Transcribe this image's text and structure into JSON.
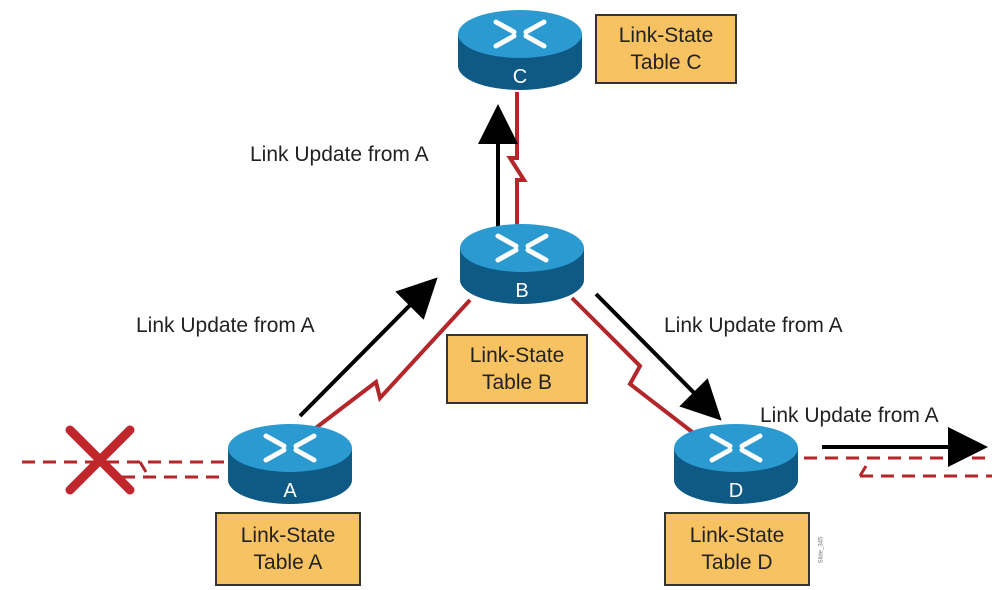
{
  "colors": {
    "router_fill": "#1f8fc4",
    "router_dark": "#0e5a85",
    "table_fill": "#f7c262",
    "serial_link": "#b3262a",
    "failed_link_x": "#c0272d",
    "arrow": "#000000"
  },
  "routers": [
    {
      "id": "C",
      "label": "C",
      "icon": "router-icon"
    },
    {
      "id": "B",
      "label": "B",
      "icon": "router-icon"
    },
    {
      "id": "A",
      "label": "A",
      "icon": "router-icon"
    },
    {
      "id": "D",
      "label": "D",
      "icon": "router-icon"
    }
  ],
  "tables": [
    {
      "router": "C",
      "line1": "Link-State",
      "line2": "Table C"
    },
    {
      "router": "B",
      "line1": "Link-State",
      "line2": "Table B"
    },
    {
      "router": "A",
      "line1": "Link-State",
      "line2": "Table A"
    },
    {
      "router": "D",
      "line1": "Link-State",
      "line2": "Table D"
    }
  ],
  "updates": [
    {
      "text": "Link Update from A",
      "from": "B",
      "to": "C"
    },
    {
      "text": "Link Update from A",
      "from": "A",
      "to": "B"
    },
    {
      "text": "Link Update from A",
      "from": "B",
      "to": "D"
    },
    {
      "text": "Link Update from A",
      "from": "D",
      "to": "onward"
    }
  ],
  "failed_link": {
    "router": "A",
    "icon": "x-mark-icon"
  },
  "figure_id": "Slide_345"
}
